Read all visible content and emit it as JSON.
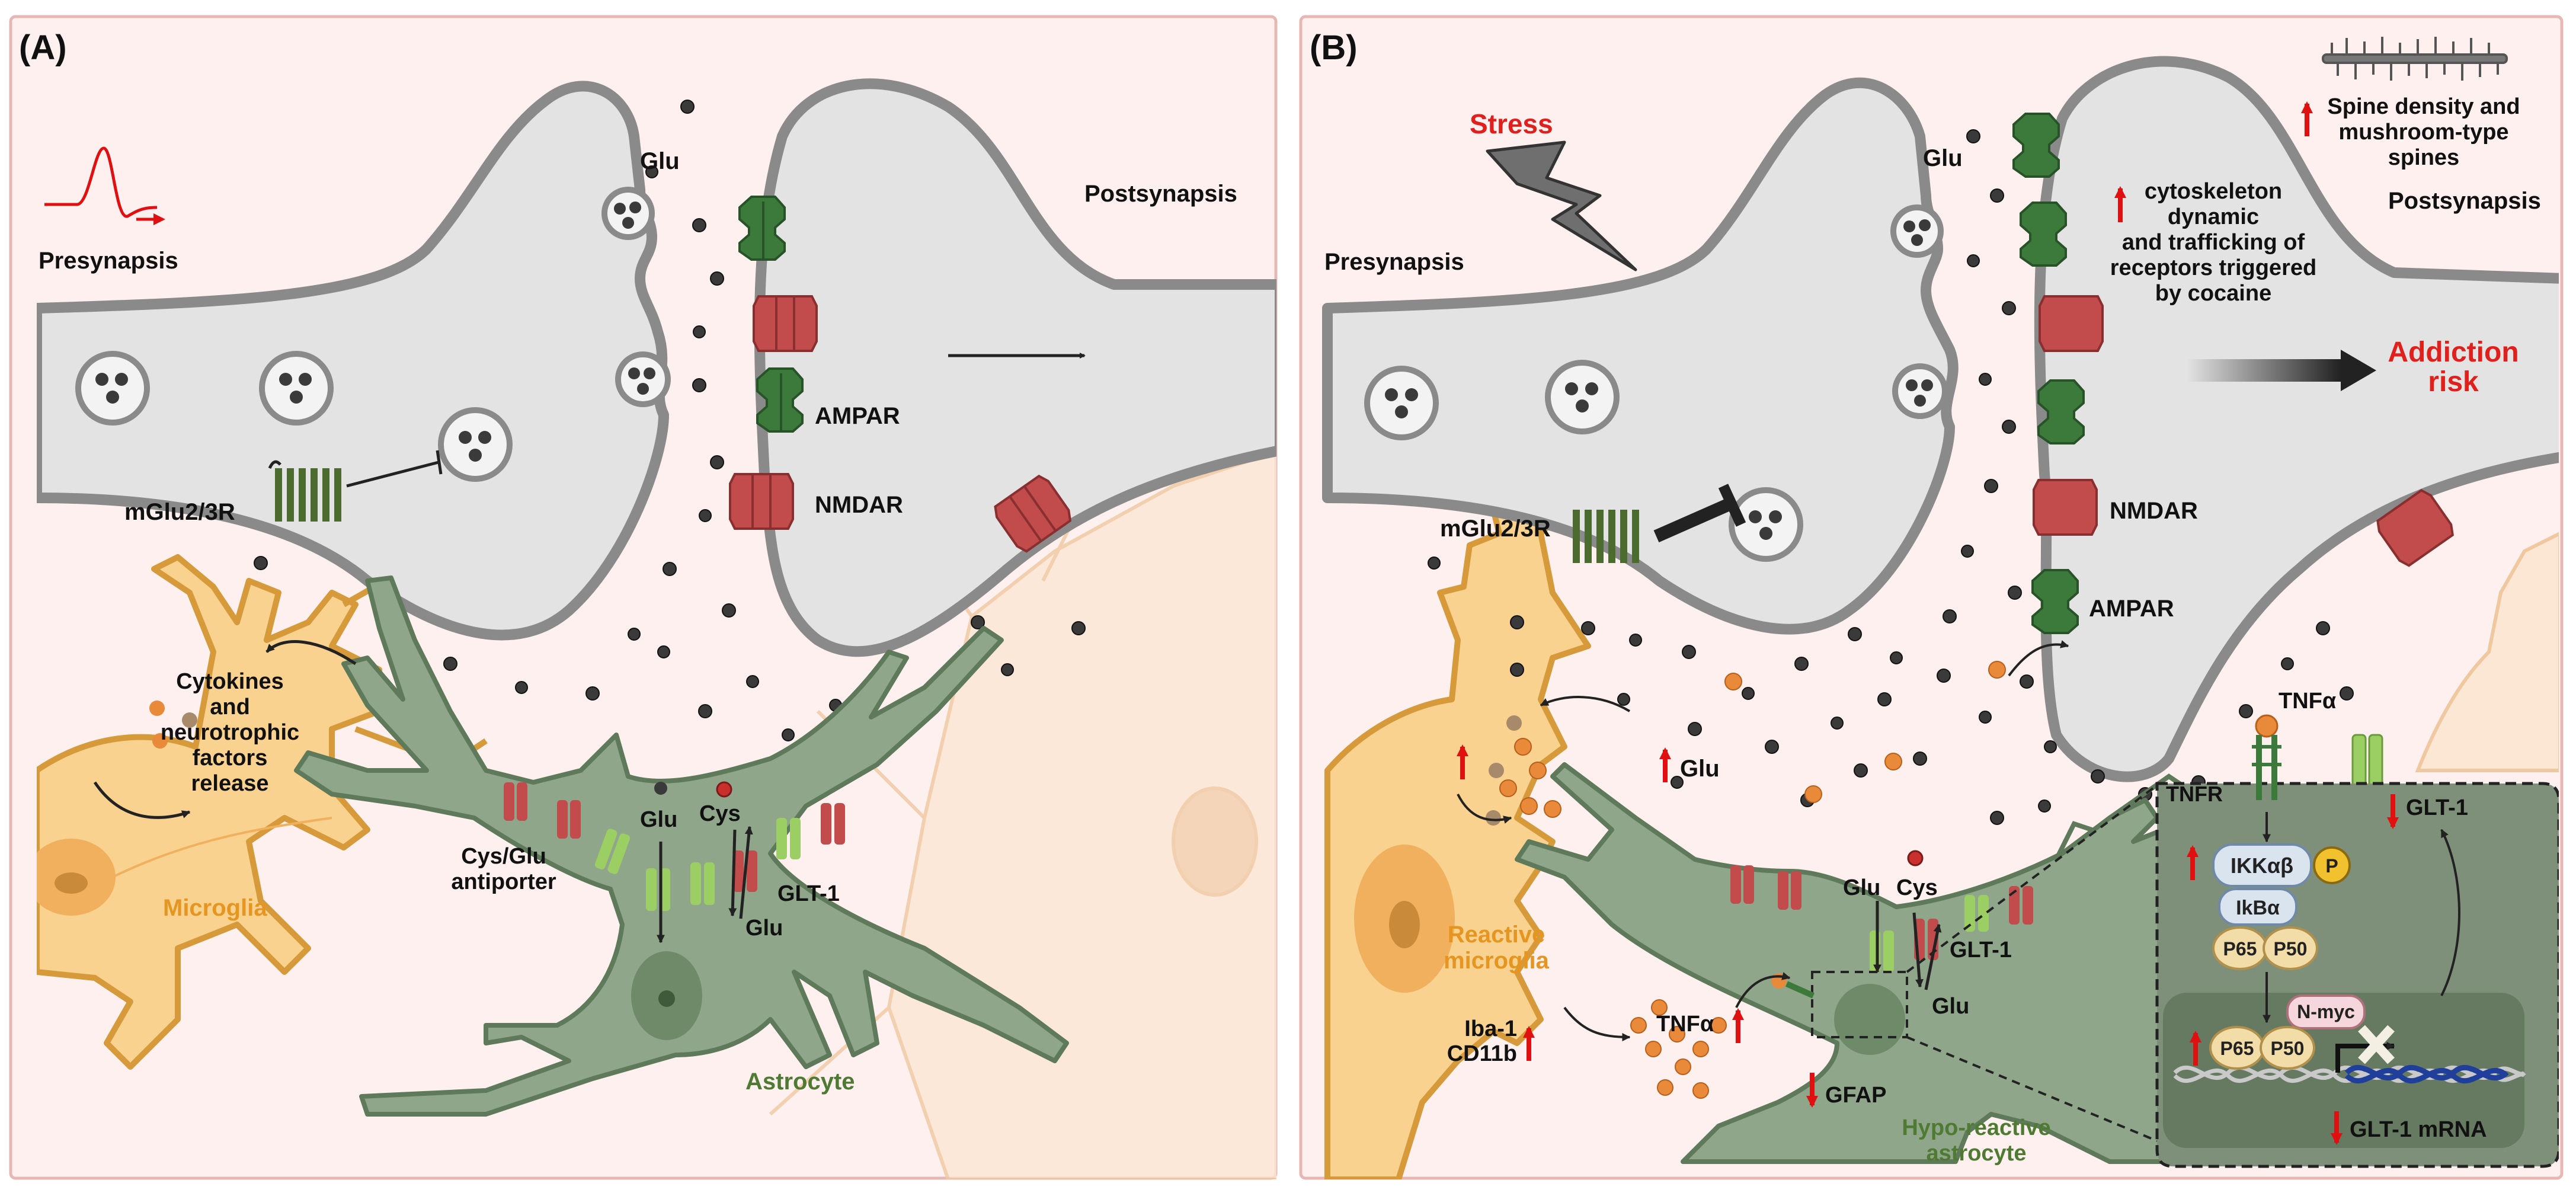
{
  "colors": {
    "panel_bg": "#fdf0ef",
    "panel_border": "#e6b7b3",
    "neuron_fill": "#e3e3e3",
    "neuron_stroke": "#8a8a8a",
    "astro_fill": "#8fa68a",
    "astro_stroke": "#5f7a5a",
    "micro_fill": "#f9d290",
    "micro_stroke": "#d79a3a",
    "faint_cell": "#f6dfc7",
    "ampa": "#3c7a3c",
    "nmda": "#c24b4b",
    "glt": "#9ccf63",
    "red_arrow": "#e01010",
    "stress_red": "#e0201c",
    "addiction_red": "#e0201c",
    "microglia_label": "#e69520",
    "astro_label": "#4f7a34",
    "inset_bg": "#7f907a",
    "nucleus_bg": "#667a62"
  },
  "panel_a": {
    "label": "(A)",
    "presynapsis": "Presynapsis",
    "postsynapsis": "Postsynapsis",
    "glu": "Glu",
    "ampar": "AMPAR",
    "nmdar": "NMDAR",
    "mglu": "mGlu2/3R",
    "cytokines": [
      "Cytokines",
      "and",
      "neurotrophic",
      "factors",
      "release"
    ],
    "microglia": "Microglia",
    "cys_glu_antiporter": [
      "Cys/Glu",
      "antiporter"
    ],
    "glu_astro": "Glu",
    "cys": "Cys",
    "glu_out": "Glu",
    "glt1": "GLT-1",
    "astrocyte": "Astrocyte"
  },
  "panel_b": {
    "label": "(B)",
    "stress": "Stress",
    "presynapsis": "Presynapsis",
    "postsynapsis": "Postsynapsis",
    "glu": "Glu",
    "spine": [
      "Spine density and",
      "mushroom-type",
      "spines"
    ],
    "cytoskeleton": [
      "cytoskeleton",
      "dynamic",
      "and trafficking of",
      "receptors triggered",
      "by cocaine"
    ],
    "addiction": [
      "Addiction",
      "risk"
    ],
    "nmdar": "NMDAR",
    "ampar": "AMPAR",
    "mglu": "mGlu2/3R",
    "tnfa_top": "TNFα",
    "tnfr": "TNFR",
    "glt1_top": "GLT-1",
    "glu_up": "Glu",
    "reactive_microglia": [
      "Reactive",
      "microglia"
    ],
    "iba": [
      "Iba-1",
      "CD11b"
    ],
    "tnfa_mid": "TNFα",
    "glu_astro": "Glu",
    "cys": "Cys",
    "glt1": "GLT-1",
    "glu_out": "Glu",
    "gfap": "GFAP",
    "hypo": [
      "Hypo-reactive",
      "astrocyte"
    ],
    "ikk": "IKKαβ",
    "p": "P",
    "ikb": "IkBα",
    "p65": "P65",
    "p50": "P50",
    "nmyc": "N-myc",
    "glt1_mrna": "GLT-1 mRNA"
  }
}
